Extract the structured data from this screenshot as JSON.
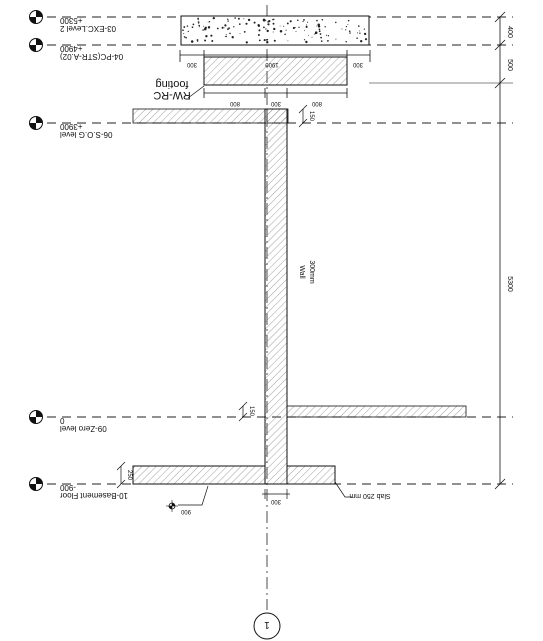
{
  "levels": [
    {
      "elev": "+5300",
      "name": "03-EXC.Level 2"
    },
    {
      "elev": "+4900",
      "name": "04-PC(STR-A.02)"
    },
    {
      "elev": "+3900",
      "name": "06-S.O.G level"
    },
    {
      "elev": "0",
      "name": "09-Zero level"
    },
    {
      "elev": "-900",
      "name": "10-Basement Floor"
    }
  ],
  "footing_label_1": "RW-RC",
  "footing_label_2": "footing",
  "wall_label_1": "Wall",
  "wall_label_2": "300mm",
  "slab_label": "Slab 250 mm",
  "grid_bubble": "1",
  "dims": {
    "right_400": "400",
    "right_500": "500",
    "right_5300": "5300",
    "footing_left": "300",
    "footing_mid": "1900",
    "footing_right": "300",
    "below_800_left": "800",
    "below_300": "300",
    "below_800_right": "800",
    "slab_150_top": "150",
    "slab_150_mid": "150",
    "base_250": "250",
    "base_300": "300",
    "spot_900": "900"
  },
  "colors": {
    "line": "#1a1a1a",
    "hatch": "#555555"
  }
}
